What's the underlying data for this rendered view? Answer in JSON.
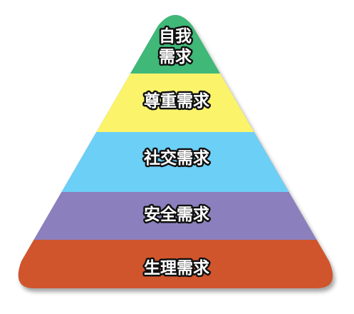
{
  "diagram": {
    "type": "pyramid",
    "tiers": [
      {
        "lines": [
          "自我",
          "需求"
        ],
        "color": "#3fb878"
      },
      {
        "lines": [
          "尊重需求"
        ],
        "color": "#fbf46b"
      },
      {
        "lines": [
          "社交需求"
        ],
        "color": "#6ccff6"
      },
      {
        "lines": [
          "安全需求"
        ],
        "color": "#8b80bd"
      },
      {
        "lines": [
          "生理需求"
        ],
        "color": "#d0552d"
      }
    ]
  }
}
